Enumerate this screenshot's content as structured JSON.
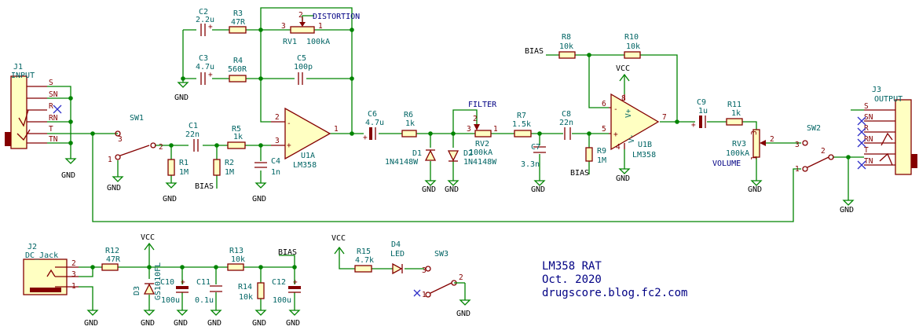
{
  "components": {
    "j1": {
      "ref": "J1",
      "value": "INPUT",
      "pins": [
        "S",
        "SN",
        "R",
        "RN",
        "T",
        "TN"
      ]
    },
    "j2": {
      "ref": "J2",
      "value": "DC_Jack",
      "pins": [
        "2",
        "3",
        "1"
      ]
    },
    "j3": {
      "ref": "J3",
      "value": "OUTPUT",
      "pins": [
        "S",
        "SN",
        "R",
        "RN",
        "T",
        "TN"
      ]
    },
    "sw1": {
      "ref": "SW1",
      "pins": [
        "1",
        "2",
        "3"
      ]
    },
    "sw2": {
      "ref": "SW2",
      "pins": [
        "1",
        "2",
        "3"
      ]
    },
    "sw3": {
      "ref": "SW3",
      "pins": [
        "1",
        "2",
        "3"
      ]
    },
    "c1": {
      "ref": "C1",
      "value": "22n"
    },
    "c2": {
      "ref": "C2",
      "value": "2.2u"
    },
    "c3": {
      "ref": "C3",
      "value": "4.7u"
    },
    "c4": {
      "ref": "C4",
      "value": "1n"
    },
    "c5": {
      "ref": "C5",
      "value": "100p"
    },
    "c6": {
      "ref": "C6",
      "value": "4.7u"
    },
    "c7": {
      "ref": "C7",
      "value": "3.3n"
    },
    "c8": {
      "ref": "C8",
      "value": "22n"
    },
    "c9": {
      "ref": "C9",
      "value": "1u"
    },
    "c10": {
      "ref": "C10",
      "value": "100u"
    },
    "c11": {
      "ref": "C11",
      "value": "0.1u"
    },
    "c12": {
      "ref": "C12",
      "value": "100u"
    },
    "r1": {
      "ref": "R1",
      "value": "1M"
    },
    "r2": {
      "ref": "R2",
      "value": "1M"
    },
    "r3": {
      "ref": "R3",
      "value": "47R"
    },
    "r4": {
      "ref": "R4",
      "value": "560R"
    },
    "r5": {
      "ref": "R5",
      "value": "1k"
    },
    "r6": {
      "ref": "R6",
      "value": "1k"
    },
    "r7": {
      "ref": "R7",
      "value": "1.5k"
    },
    "r8": {
      "ref": "R8",
      "value": "10k"
    },
    "r9": {
      "ref": "R9",
      "value": "1M"
    },
    "r10": {
      "ref": "R10",
      "value": "10k"
    },
    "r11": {
      "ref": "R11",
      "value": "1k"
    },
    "r12": {
      "ref": "R12",
      "value": "47R"
    },
    "r13": {
      "ref": "R13",
      "value": "10k"
    },
    "r14": {
      "ref": "R14",
      "value": "10k"
    },
    "r15": {
      "ref": "R15",
      "value": "4.7k"
    },
    "rv1": {
      "ref": "RV1",
      "value": "100kA",
      "label": "DISTORTION"
    },
    "rv2": {
      "ref": "RV2",
      "value": "100kA",
      "label": "FILTER"
    },
    "rv3": {
      "ref": "RV3",
      "value": "100kA",
      "label": "VOLUME"
    },
    "d1": {
      "ref": "D1",
      "value": "1N4148W"
    },
    "d2": {
      "ref": "D2",
      "value": "1N4148W"
    },
    "d3": {
      "ref": "D3",
      "value": "GS1010FL"
    },
    "d4": {
      "ref": "D4",
      "value": "LED"
    },
    "u1a": {
      "ref": "U1A",
      "value": "LM358",
      "pins": [
        "2",
        "3",
        "1"
      ]
    },
    "u1b": {
      "ref": "U1B",
      "value": "LM358",
      "pins": [
        "6",
        "5",
        "7",
        "8",
        "4"
      ],
      "pin_names": [
        "V+",
        "V-"
      ]
    }
  },
  "power": {
    "gnd": "GND",
    "vcc": "VCC",
    "bias": "BIAS"
  },
  "pin_nums": {
    "one": "1",
    "two": "2",
    "three": "3",
    "plus": "+",
    "minus": "-"
  },
  "note": {
    "line1": "LM358 RAT",
    "line2": "Oct. 2020",
    "line3": "drugscore.blog.fc2.com"
  }
}
